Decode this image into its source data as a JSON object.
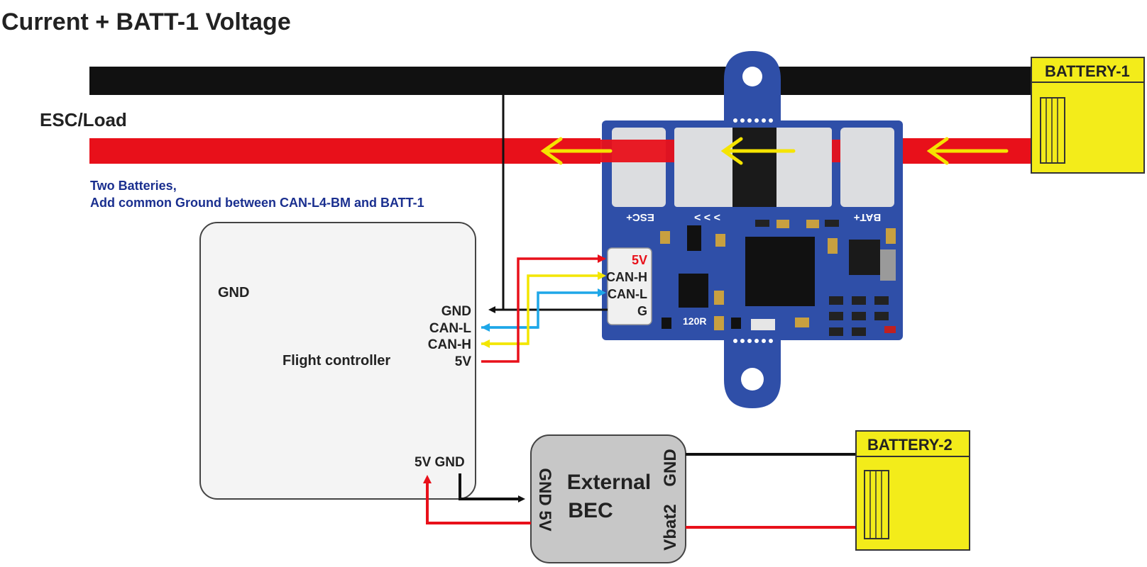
{
  "title": "Current + BATT-1 Voltage",
  "labels": {
    "esc_load": "ESC/Load",
    "note_line1": "Two Batteries,",
    "note_line2": "Add common Ground between CAN-L4-BM and BATT-1",
    "battery1": "BATTERY-1",
    "battery2": "BATTERY-2",
    "fc_gnd": "GND",
    "fc_title": "Flight controller",
    "fc_pins": [
      "GND",
      "CAN-L",
      "CAN-H",
      "5V"
    ],
    "fc_power_pins": "5V GND",
    "module_pins": [
      "5V",
      "CAN-H",
      "CAN-L",
      "G"
    ],
    "module_esc": "ESC+",
    "module_bat": "BAT+",
    "module_resistor": "120R",
    "bec_line1": "External",
    "bec_line2": "BEC",
    "bec_left_pins": "GND 5V",
    "bec_right_gnd": "GND",
    "bec_right_vbat": "Vbat2"
  },
  "colors": {
    "ground_wire": "#111111",
    "power_wire": "#e8101a",
    "can_h_wire": "#f3e600",
    "can_l_wire": "#1ea7e8",
    "arrow": "#f5e400",
    "battery_fill": "#f3ec1a",
    "pcb_blue": "#2f4fa8",
    "note_text": "#1a2f8f"
  }
}
